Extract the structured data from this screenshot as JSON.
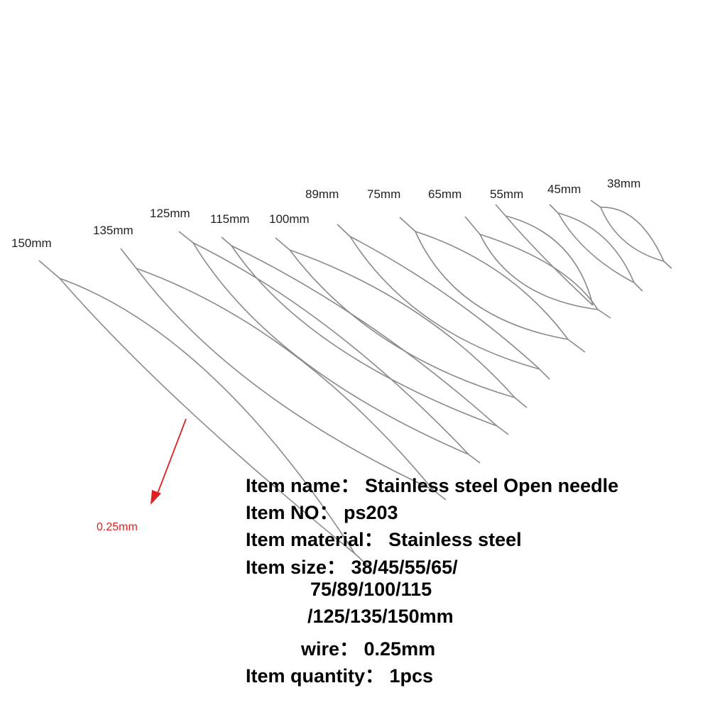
{
  "colors": {
    "needle": "#8a8a8a",
    "label": "#222222",
    "arrow": "#e02020",
    "text": "#000000"
  },
  "size_labels": [
    "150mm",
    "135mm",
    "125mm",
    "115mm",
    "100mm",
    "89mm",
    "75mm",
    "65mm",
    "55mm",
    "45mm",
    "38mm"
  ],
  "wire_annotation": "0.25mm",
  "specs": {
    "line1": "Item name： Stainless steel Open needle",
    "line2": "Item NO： ps203",
    "line3": "Item material： Stainless steel",
    "line4": "Item size： 38/45/55/65/",
    "line5": "75/89/100/115",
    "line6": "/125/135/150mm",
    "line7": "wire： 0.25mm",
    "line8": "Item quantity： 1pcs"
  }
}
